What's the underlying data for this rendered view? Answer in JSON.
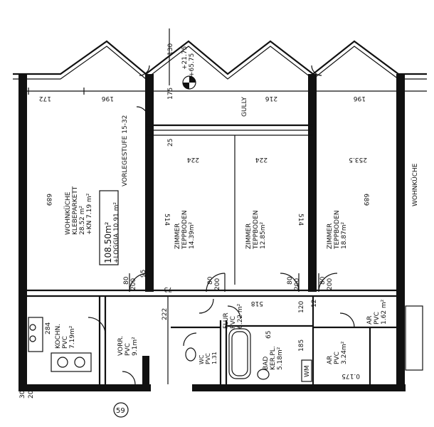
{
  "rooms": {
    "living": {
      "name": "WOHNKÜCHE",
      "floor": "KLEBEPARKETT",
      "area": "28.52 m²",
      "kn": "+KN 7.19 m²",
      "total": "108.50m²",
      "loggia": "+LOGGIA 10.91 m²"
    },
    "room1": {
      "name": "ZIMMER",
      "floor": "TEPPBODEN",
      "area": "14.39m²"
    },
    "room2": {
      "name": "ZIMMER",
      "floor": "TEPPBODEN",
      "area": "12.85m²"
    },
    "room3": {
      "name": "ZIMMER",
      "floor": "TEPPBODEN",
      "area": "18.87m²"
    },
    "kitchen": {
      "name": "KOCHN.",
      "floor": "PVC",
      "area": "7.19m²"
    },
    "vorr": {
      "name": "VORR.",
      "floor": "PVC",
      "area": "9.1m²"
    },
    "flur": {
      "name": "FLUR",
      "floor": "PVC",
      "area": "6.22 m²"
    },
    "bad": {
      "name": "BAD",
      "floor": "KER.PL.",
      "area": "5.18m²"
    },
    "ar1": {
      "name": "AR",
      "floor": "PVC",
      "area": "3.24m²"
    },
    "ar2": {
      "name": "AR",
      "floor": "PVC",
      "area": "1.62 m²"
    },
    "wc": {
      "name": "WC",
      "floor": "PVC",
      "area": "1.31"
    },
    "neighbor": {
      "name": "WOHNKÜCHE"
    }
  },
  "labels": {
    "vorlegestufe": "VORLEGESTUFE 15-32",
    "gully": "GULLY",
    "level_a": "+21.75",
    "level_b": "+65.75",
    "wm": "WM",
    "stair_no": "59"
  },
  "dimensions": {
    "d172": "172",
    "d196a": "196",
    "d130": "130",
    "d175": "175",
    "d216": "216",
    "d196b": "196",
    "d25": "25",
    "d224a": "224",
    "d224b": "224",
    "d2535": "253.5",
    "d689a": "689",
    "d514a": "514",
    "d514b": "514",
    "d689b": "689",
    "d518": "518",
    "d222": "222",
    "d284": "284",
    "d120": "120",
    "d185": "185",
    "d0175": "0.175",
    "d80a": "80",
    "d200a": "200",
    "d80b": "80",
    "d200b": "200",
    "d80c": "80",
    "d200c": "200",
    "d80d": "80",
    "d200d": "200",
    "d65": "65",
    "d95": "95",
    "d73": "73",
    "d12": "12",
    "d30": "30",
    "d20": "20"
  }
}
